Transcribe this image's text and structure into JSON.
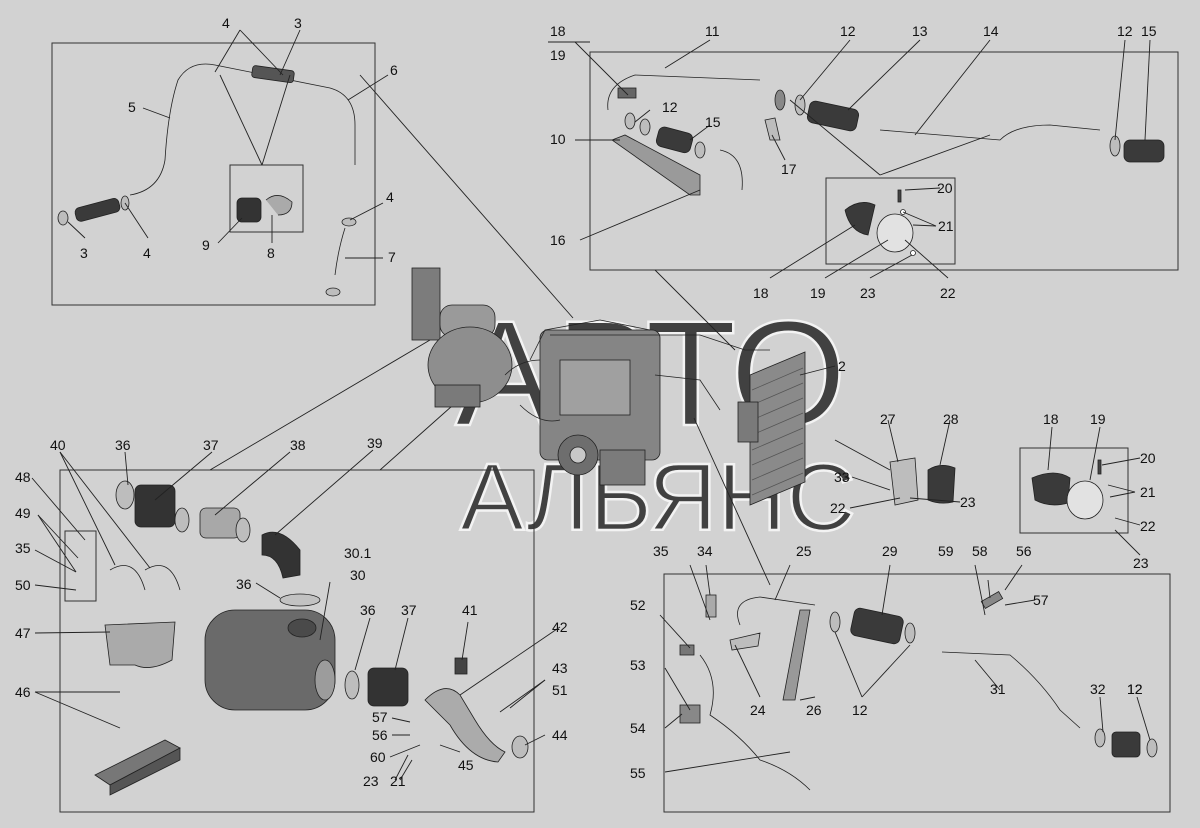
{
  "watermark": {
    "line1": "АВТО",
    "line2": "АЛЬЯНС"
  },
  "labels": [
    "2",
    "3",
    "3",
    "4",
    "4",
    "4",
    "5",
    "6",
    "7",
    "8",
    "9",
    "10",
    "11",
    "12",
    "12",
    "12",
    "13",
    "14",
    "15",
    "15",
    "16",
    "17",
    "18",
    "18",
    "18",
    "19",
    "19",
    "19",
    "20",
    "20",
    "21",
    "21",
    "22",
    "22",
    "22",
    "23",
    "23",
    "23",
    "24",
    "25",
    "26",
    "27",
    "28",
    "29",
    "12",
    "12",
    "30",
    "30.1",
    "31",
    "32",
    "12",
    "33",
    "34",
    "35",
    "35",
    "36",
    "36",
    "36",
    "37",
    "37",
    "38",
    "39",
    "40",
    "41",
    "42",
    "43",
    "44",
    "45",
    "46",
    "47",
    "48",
    "49",
    "50",
    "51",
    "52",
    "53",
    "54",
    "55",
    "56",
    "56",
    "57",
    "57",
    "58",
    "59",
    "60",
    "23",
    "21"
  ],
  "colors": {
    "background": "#d2d2d2",
    "part_fill": "#8c8c8c",
    "part_light": "#b4b4b4",
    "line": "#222222"
  }
}
